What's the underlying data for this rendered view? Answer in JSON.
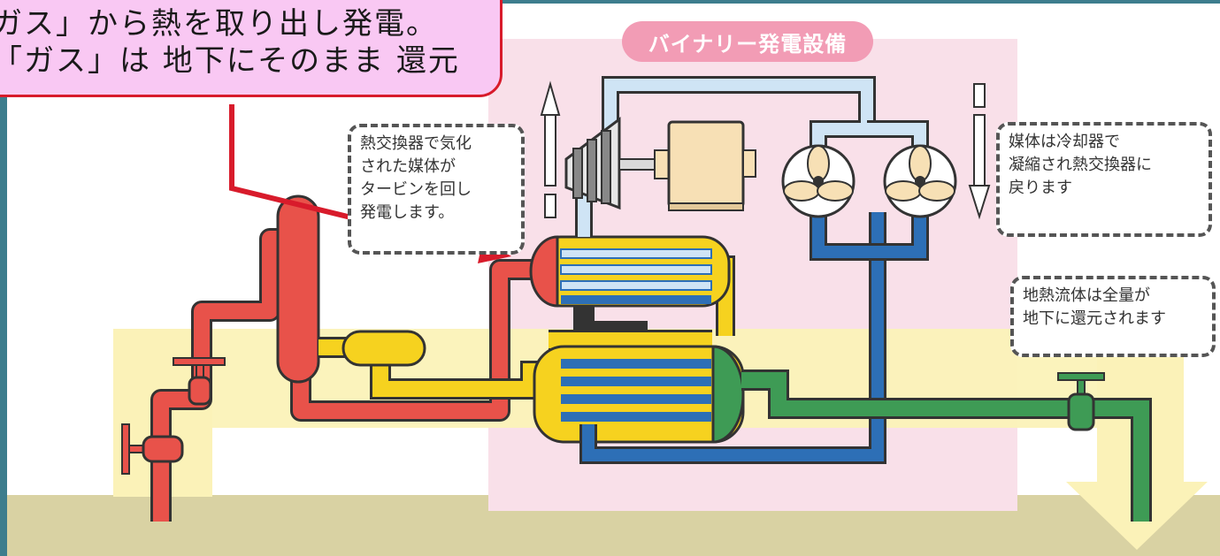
{
  "callout": {
    "line1": "ガス」から熱を取り出し発電。",
    "line2": "「ガス」は 地下にそのまま 還元"
  },
  "title": "バイナリー発電設備",
  "note_turbine": [
    "熱交換器で気化",
    "された媒体が",
    "タービンを回し",
    "発電します。"
  ],
  "note_condenser": [
    "媒体は冷却器で",
    "凝縮され熱交換器に",
    "戻ります"
  ],
  "note_return": [
    "地熱流体は全量が",
    "地下に還元されます"
  ],
  "colors": {
    "hot_fluid": "#e8524a",
    "liquid": "#f6d21f",
    "returned": "#3e9b55",
    "coolant": "#2d6fb6",
    "vapor": "#cfe4f5",
    "underground": "#d9d2a3",
    "surface": "#fbf2b8",
    "plant_area": "#f9e0e9",
    "callout_fill": "#f9c8f3",
    "callout_border": "#d81b2b"
  }
}
